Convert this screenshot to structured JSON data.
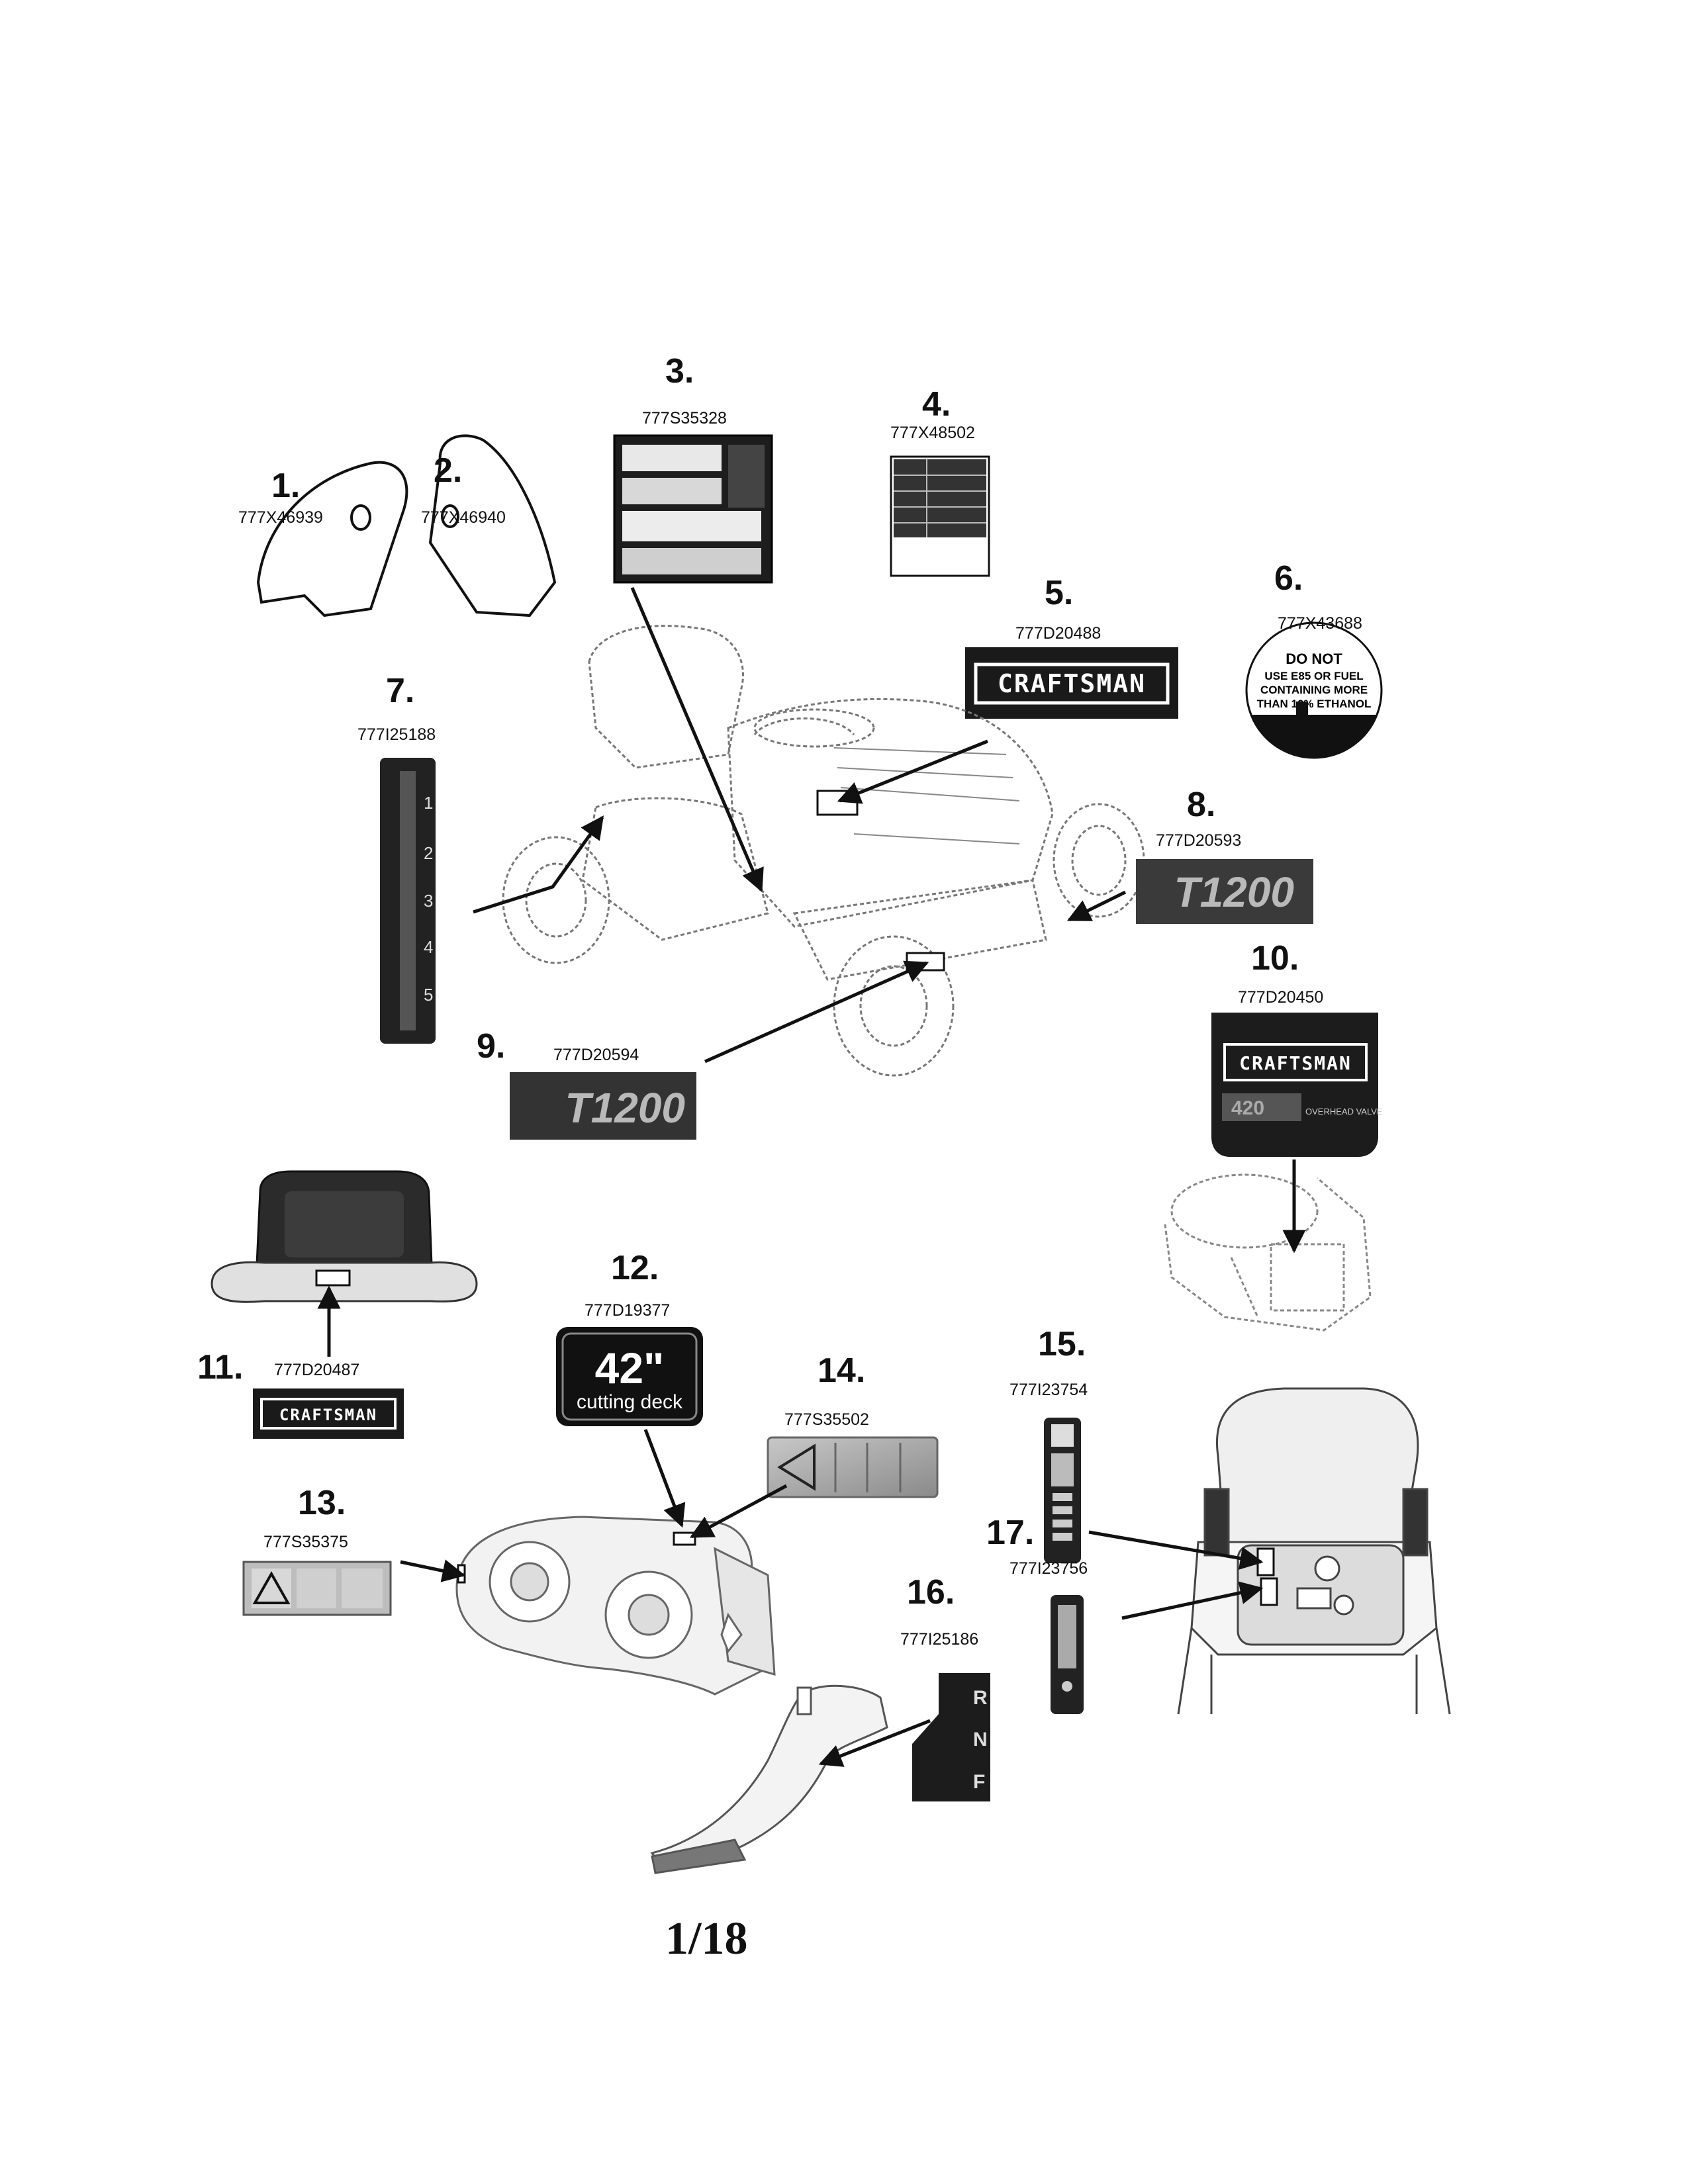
{
  "page_number": "1/18",
  "brand": "CRAFTSMAN",
  "model_text": "T1200",
  "deck_size": "42\"",
  "deck_caption": "cutting deck",
  "engine_cc": "420",
  "engine_sub": "OVERHEAD VALVE",
  "fuel_warning": [
    "DO NOT",
    "USE E85 OR FUEL",
    "CONTAINING MORE",
    "THAN 10% ETHANOL"
  ],
  "shift_marks": [
    "1",
    "2",
    "3",
    "4",
    "5"
  ],
  "gear_marks": [
    "R",
    "N",
    "F"
  ],
  "parts": [
    {
      "number": "1.",
      "part": "777X46939"
    },
    {
      "number": "2.",
      "part": "777X46940"
    },
    {
      "number": "3.",
      "part": "777S35328"
    },
    {
      "number": "4.",
      "part": "777X48502"
    },
    {
      "number": "5.",
      "part": "777D20488"
    },
    {
      "number": "6.",
      "part": "777X43688"
    },
    {
      "number": "7.",
      "part": "777I25188"
    },
    {
      "number": "8.",
      "part": "777D20593"
    },
    {
      "number": "9.",
      "part": "777D20594"
    },
    {
      "number": "10.",
      "part": "777D20450"
    },
    {
      "number": "11.",
      "part": "777D20487"
    },
    {
      "number": "12.",
      "part": "777D19377"
    },
    {
      "number": "13.",
      "part": "777S35375"
    },
    {
      "number": "14.",
      "part": "777S35502"
    },
    {
      "number": "15.",
      "part": "777I23754"
    },
    {
      "number": "16.",
      "part": "777I25186"
    },
    {
      "number": "17.",
      "part": "777I23756"
    }
  ]
}
